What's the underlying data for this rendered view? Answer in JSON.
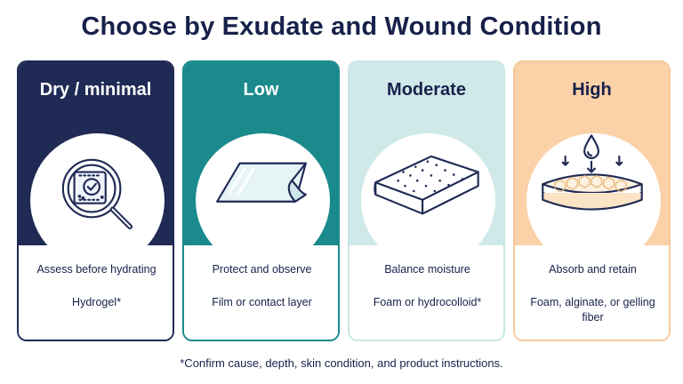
{
  "title": "Choose by Exudate and Wound Condition",
  "cards": [
    {
      "header": "Dry / minimal",
      "description": "Assess before hydrating",
      "product": "Hydrogel*",
      "icon": "magnifier-dressing-icon",
      "color": "#1f2a55"
    },
    {
      "header": "Low",
      "description": "Protect and observe",
      "product": "Film or contact layer",
      "icon": "film-sheet-icon",
      "color": "#1a8a8c"
    },
    {
      "header": "Moderate",
      "description": "Balance moisture",
      "product": "Foam or hydrocolloid*",
      "icon": "foam-pad-icon",
      "color": "#cfe9e9"
    },
    {
      "header": "High",
      "description": "Absorb and retain",
      "product": "Foam, alginate, or gelling fiber",
      "icon": "absorbent-layers-icon",
      "color": "#fbd1a7"
    }
  ],
  "footnote": "*Confirm cause, depth, skin condition, and product instructions."
}
